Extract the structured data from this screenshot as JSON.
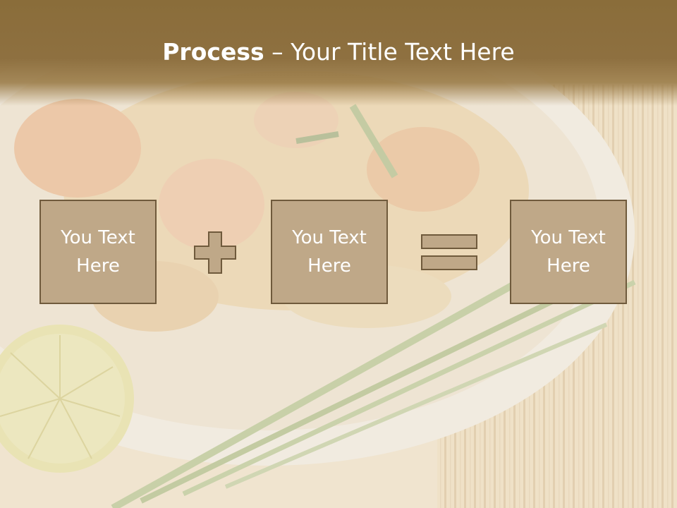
{
  "slide": {
    "title_bold": "Process",
    "title_separator": " – ",
    "title_rest": "Your Title Text Here"
  },
  "process": {
    "box1_text": "You Text Here",
    "operator1": "plus-icon",
    "box2_text": "You Text Here",
    "operator2": "equals-icon",
    "box3_text": "You Text Here"
  },
  "colors": {
    "title_band": "#8a6d3a",
    "box_fill": "#bfa888",
    "box_border": "#6f5a3c",
    "text": "#ffffff"
  }
}
